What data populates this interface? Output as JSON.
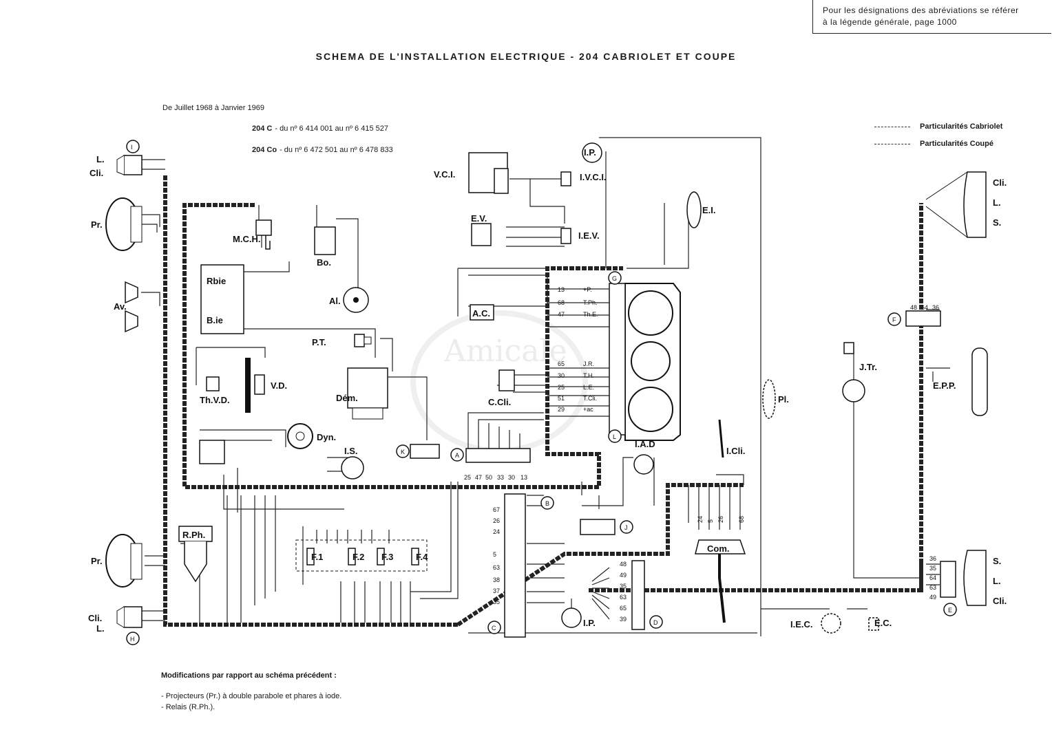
{
  "note": {
    "line1": "Pour les désignations des abréviations se référer",
    "line2": "à la légende générale, page 1000"
  },
  "title": "SCHEMA DE L'INSTALLATION ELECTRIQUE - 204 CABRIOLET ET COUPE",
  "period": "De Juillet 1968 à Janvier 1969",
  "ranges": [
    {
      "model": "204 C",
      "text": "- du nº 6 414 001 au nº 6 415 527"
    },
    {
      "model": "204 Co",
      "text": "- du nº 6 472 501 au nº 6 478 833"
    }
  ],
  "legend": [
    {
      "label": "Particularités Cabriolet",
      "style": "dashed"
    },
    {
      "label": "Particularités Coupé",
      "style": "dash-dot"
    }
  ],
  "modifications": {
    "heading": "Modifications par rapport au schéma précédent :",
    "items": [
      "- Projecteurs (Pr.) à double parabole et phares à iode.",
      "- Relais (R.Ph.)."
    ]
  },
  "components": {
    "l_cli_top_left": [
      "L.",
      "Cli."
    ],
    "pr": "Pr.",
    "av": "Av.",
    "mch": "M.C.H.",
    "bo": "Bo.",
    "al": "Al.",
    "batterie_r": "Rbie",
    "batterie_b": "B.ie",
    "pt": "P.T.",
    "dem": "Dém.",
    "vd": "V.D.",
    "thvd": "Th.V.D.",
    "dyn": "Dyn.",
    "is": "I.S.",
    "rph": "R.Ph.",
    "f1": "F.1",
    "f2": "F.2",
    "f3": "F.3",
    "f4": "F.4",
    "vci": "V.C.I.",
    "ivci": "I.V.C.I.",
    "ip": "I.P.",
    "ev": "E.V.",
    "iev": "I.E.V.",
    "ac": "A.C.",
    "ccli": "C.Cli.",
    "ei": "E.I.",
    "iad": "I.A.D",
    "icli": "I.Cli.",
    "com": "Com.",
    "pl": "Pl.",
    "jtr": "J.Tr.",
    "epp": "E.P.P.",
    "iec": "I.E.C.",
    "ec": "E.C.",
    "cli_l_s_right": [
      "Cli.",
      "L.",
      "S."
    ],
    "s_l_cli_right": [
      "S.",
      "L.",
      "Cli."
    ],
    "cli_l_bottom_left": [
      "Cli.",
      "L."
    ]
  },
  "connectors": [
    "I",
    "H",
    "G",
    "L",
    "K",
    "A",
    "B",
    "C",
    "D",
    "J",
    "F",
    "E"
  ],
  "instrument_labels": [
    "+P.",
    "T.Ph.",
    "Th.E.",
    "J.R.",
    "T.H.",
    "L.E.",
    "T.Cli.",
    "+ac"
  ],
  "instrument_wires_left": [
    "13",
    "68",
    "47",
    "65",
    "30",
    "25",
    "51",
    "29"
  ],
  "connector_a_wires": [
    "25",
    "47",
    "50",
    "33",
    "30",
    "13"
  ],
  "connector_c_wires": [
    "67",
    "26",
    "24",
    "5",
    "63",
    "38",
    "37",
    "35"
  ],
  "connector_d_wires": [
    "48",
    "49",
    "35",
    "63",
    "65",
    "39"
  ],
  "connector_f_wires": [
    "48",
    "64",
    "36"
  ],
  "connector_e_wires": [
    "36",
    "35",
    "64",
    "63",
    "49"
  ],
  "com_wires": [
    "24",
    "5",
    "26",
    "68"
  ],
  "watermark": "Amicale"
}
